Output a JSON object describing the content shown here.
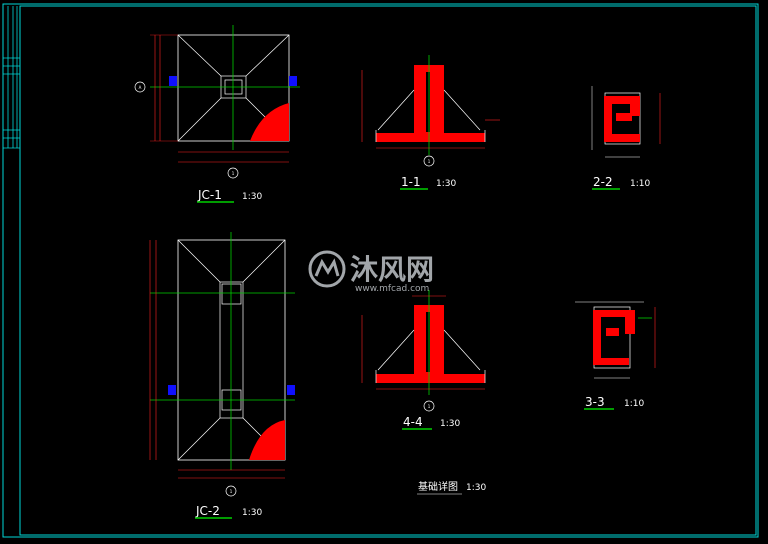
{
  "drawing": {
    "colors": {
      "background": "#000000",
      "frame": "#00d8d8",
      "line": "#ffffff",
      "dimension": "#ff2020",
      "axis": "#00d000",
      "rebar": "#ff0000",
      "column_mark": "#1010ff",
      "underline": "#00d000"
    },
    "labels": {
      "jc1": "JC-1",
      "jc1_scale": "1:30",
      "s11": "1-1",
      "s11_scale": "1:30",
      "s22": "2-2",
      "s22_scale": "1:10",
      "jc2": "JC-2",
      "jc2_scale": "1:30",
      "s44": "4-4",
      "s44_scale": "1:30",
      "s33": "3-3",
      "s33_scale": "1:10",
      "sheet_title": "基础详图",
      "sheet_scale": "1:30",
      "axis_a": "A",
      "axis_1": "1"
    },
    "watermark": {
      "cn": "沐风网",
      "url": "www.mfcad.com"
    }
  }
}
